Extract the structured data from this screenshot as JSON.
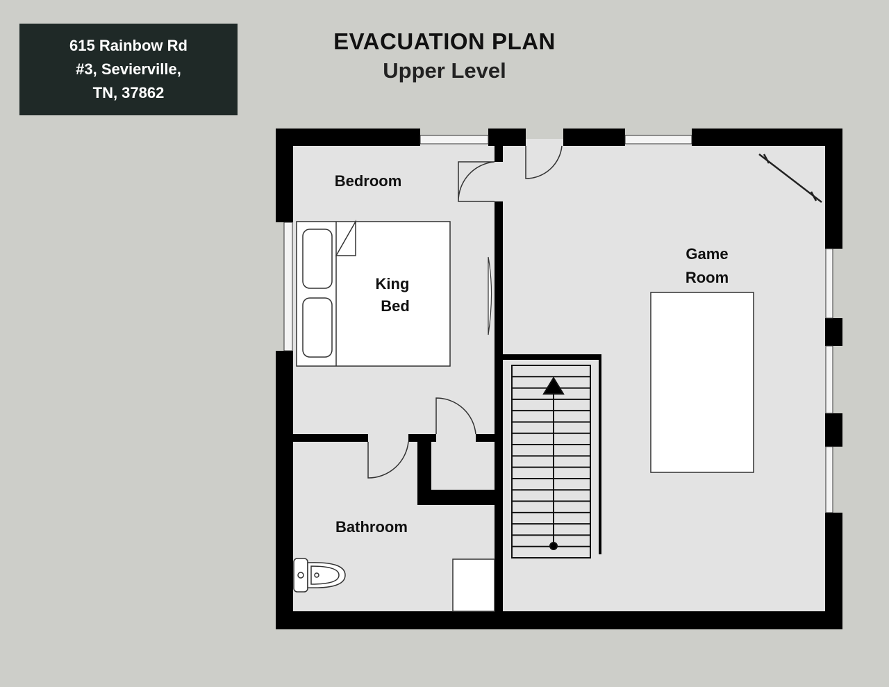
{
  "address": {
    "line1": "615 Rainbow Rd",
    "line2": "#3, Sevierville,",
    "line3": "TN, 37862"
  },
  "title": {
    "main": "EVACUATION PLAN",
    "sub": "Upper Level"
  },
  "rooms": {
    "bedroom": "Bedroom",
    "king_bed_1": "King",
    "king_bed_2": "Bed",
    "game_room_1": "Game",
    "game_room_2": "Room",
    "bathroom": "Bathroom"
  },
  "colors": {
    "background": "#cdcec9",
    "floor": "#e3e3e3",
    "wall": "#000000",
    "address_box": "#1f2927"
  }
}
